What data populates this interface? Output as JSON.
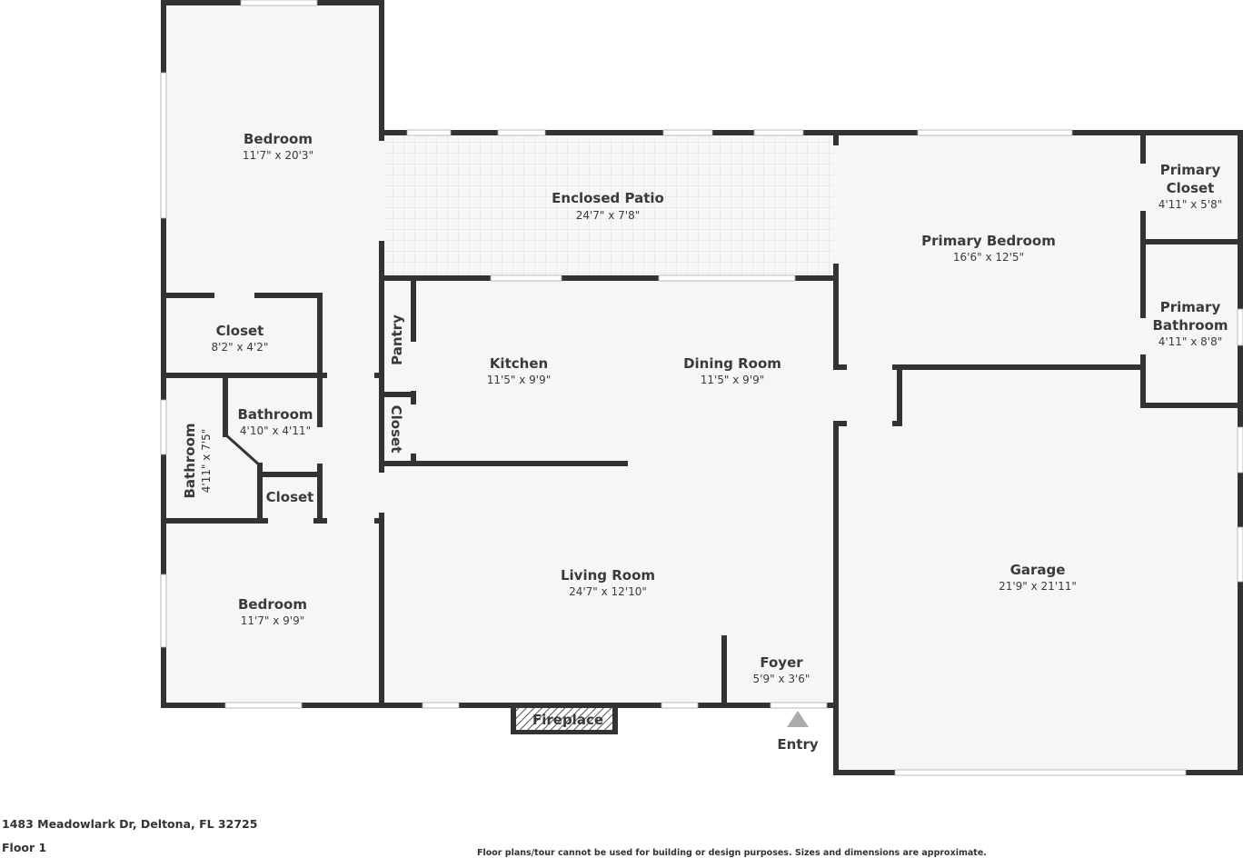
{
  "colors": {
    "wall": "#333333",
    "floor": "#f6f6f6",
    "patio_tile": "#e2e2e2",
    "window": "#ffffff"
  },
  "rooms": [
    {
      "id": "bedroom-1",
      "name": "Bedroom",
      "dims": "11'7\" x 20'3\""
    },
    {
      "id": "enclosed-patio",
      "name": "Enclosed Patio",
      "dims": "24'7\" x 7'8\""
    },
    {
      "id": "primary-bedroom",
      "name": "Primary Bedroom",
      "dims": "16'6\" x 12'5\""
    },
    {
      "id": "primary-closet",
      "name": "Primary Closet",
      "dims": "4'11\" x 5'8\""
    },
    {
      "id": "closet-1",
      "name": "Closet",
      "dims": "8'2\" x 4'2\""
    },
    {
      "id": "pantry",
      "name": "Pantry",
      "dims": ""
    },
    {
      "id": "kitchen",
      "name": "Kitchen",
      "dims": "11'5\" x 9'9\""
    },
    {
      "id": "dining-room",
      "name": "Dining Room",
      "dims": "11'5\" x 9'9\""
    },
    {
      "id": "primary-bathroom",
      "name": "Primary Bathroom",
      "dims": "4'11\" x 8'8\""
    },
    {
      "id": "bathroom-1",
      "name": "Bathroom",
      "dims": "4'10\" x 4'11\""
    },
    {
      "id": "closet-2",
      "name": "Closet",
      "dims": ""
    },
    {
      "id": "bathroom-2",
      "name": "Bathroom",
      "dims": "4'11\" x 7'5\""
    },
    {
      "id": "closet-3",
      "name": "Closet",
      "dims": ""
    },
    {
      "id": "living-room",
      "name": "Living Room",
      "dims": "24'7\" x 12'10\""
    },
    {
      "id": "garage",
      "name": "Garage",
      "dims": "21'9\" x 21'11\""
    },
    {
      "id": "bedroom-2",
      "name": "Bedroom",
      "dims": "11'7\" x 9'9\""
    },
    {
      "id": "foyer",
      "name": "Foyer",
      "dims": "5'9\" x 3'6\""
    }
  ],
  "fireplace_label": "Fireplace",
  "entry_label": "Entry",
  "footer": {
    "address": "1483 Meadowlark Dr, Deltona, FL 32725",
    "floor": "Floor 1",
    "disclaimer": "Floor plans/tour cannot be used for building or design purposes. Sizes and dimensions are approximate."
  }
}
